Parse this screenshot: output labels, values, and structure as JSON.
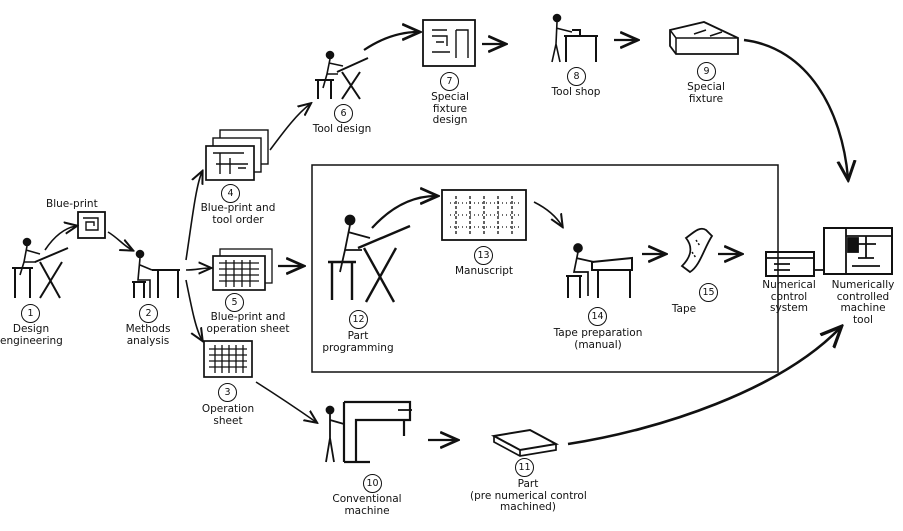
{
  "diagram": {
    "blueprint": "Blue-print",
    "nodes": [
      {
        "id": "1",
        "lines": [
          "Design",
          "engineering"
        ]
      },
      {
        "id": "2",
        "lines": [
          "Methods",
          "analysis"
        ]
      },
      {
        "id": "3",
        "lines": [
          "Operation",
          "sheet"
        ]
      },
      {
        "id": "4",
        "lines": [
          "Blue-print and",
          "tool order"
        ]
      },
      {
        "id": "5",
        "lines": [
          "Blue-print and",
          "operation sheet"
        ]
      },
      {
        "id": "6",
        "lines": [
          "Tool design"
        ]
      },
      {
        "id": "7",
        "lines": [
          "Special",
          "fixture",
          "design"
        ]
      },
      {
        "id": "8",
        "lines": [
          "Tool shop"
        ]
      },
      {
        "id": "9",
        "lines": [
          "Special",
          "fixture"
        ]
      },
      {
        "id": "10",
        "lines": [
          "Conventional",
          "machine"
        ]
      },
      {
        "id": "11",
        "lines": [
          "Part",
          "(pre numerical control",
          "machined)"
        ]
      },
      {
        "id": "12",
        "lines": [
          "Part",
          "programming"
        ]
      },
      {
        "id": "13",
        "lines": [
          "Manuscript"
        ]
      },
      {
        "id": "14",
        "lines": [
          "Tape preparation",
          "(manual)"
        ]
      },
      {
        "id": "15",
        "lines": [
          "Tape"
        ]
      }
    ],
    "nc_system": [
      "Numerical",
      "control",
      "system"
    ],
    "nc_machine": [
      "Numerically",
      "controlled",
      "machine",
      "tool"
    ]
  }
}
